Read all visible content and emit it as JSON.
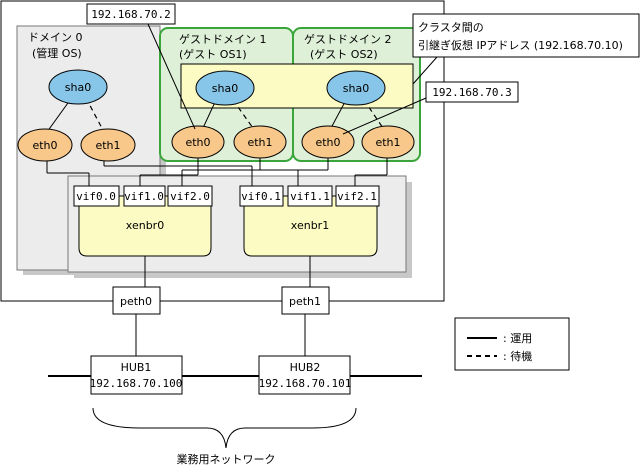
{
  "domain0": {
    "title": "ドメイン 0",
    "subtitle": "(管理 OS)"
  },
  "guest1": {
    "title": "ゲストドメイン 1",
    "subtitle": "(ゲスト OS1)"
  },
  "guest2": {
    "title": "ゲストドメイン 2",
    "subtitle": "(ゲスト OS2)"
  },
  "nodes": {
    "d0_sha0": "sha0",
    "d0_eth0": "eth0",
    "d0_eth1": "eth1",
    "g1_sha0": "sha0",
    "g1_eth0": "eth0",
    "g1_eth1": "eth1",
    "g2_sha0": "sha0",
    "g2_eth0": "eth0",
    "g2_eth1": "eth1"
  },
  "vifs": {
    "vif00": "vif0.0",
    "vif10": "vif1.0",
    "vif20": "vif2.0",
    "vif01": "vif0.1",
    "vif11": "vif1.1",
    "vif21": "vif2.1"
  },
  "bridges": {
    "xenbr0": "xenbr0",
    "xenbr1": "xenbr1"
  },
  "peth": {
    "peth0": "peth0",
    "peth1": "peth1"
  },
  "hubs": [
    {
      "name": "HUB1",
      "ip": "192.168.70.100"
    },
    {
      "name": "HUB2",
      "ip": "192.168.70.101"
    }
  ],
  "callouts": {
    "ip_g1": "192.168.70.2",
    "ip_g2": "192.168.70.3",
    "cluster_line1": "クラスタ間の",
    "cluster_line2": "引継ぎ仮想 IPアドレス (192.168.70.10)"
  },
  "legend": {
    "active": ": 運用",
    "standby": ": 待機"
  },
  "network_label": "業務用ネットワーク",
  "colors": {
    "sha_fill": "#87c6e8",
    "eth_fill": "#f8c88a",
    "bridge_fill": "#fdfbc4",
    "guest_fill": "#dff0d8",
    "guest_border": "#3aa53a",
    "shadow": "#c8c8c8",
    "panel": "#ececec"
  }
}
